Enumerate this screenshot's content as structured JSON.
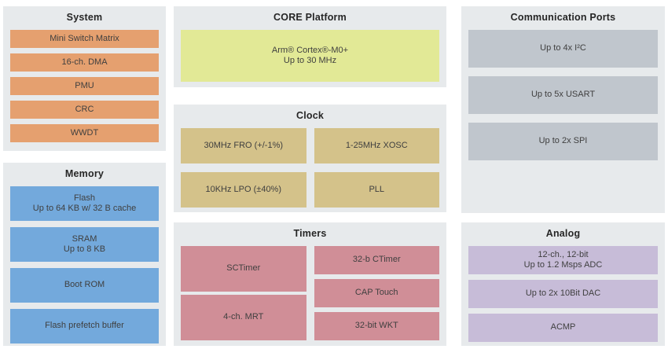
{
  "colors": {
    "page-bg": "#ffffff",
    "panel-bg": "#e7eaec",
    "title-text": "#262626",
    "block-text": "#3f3f3f",
    "orange": "#e5a06f",
    "blue": "#73a9dc",
    "yellow": "#e2e996",
    "tan": "#d4c28a",
    "pink": "#d08e97",
    "gray": "#c0c6cd",
    "purple": "#c7bcd8"
  },
  "panels": {
    "system": {
      "title": "System",
      "blocks": [
        {
          "lines": [
            "Mini Switch Matrix"
          ]
        },
        {
          "lines": [
            "16-ch. DMA"
          ]
        },
        {
          "lines": [
            "PMU"
          ]
        },
        {
          "lines": [
            "CRC"
          ]
        },
        {
          "lines": [
            "WWDT"
          ]
        }
      ]
    },
    "memory": {
      "title": "Memory",
      "blocks": [
        {
          "lines": [
            "Flash",
            "Up to 64 KB w/ 32 B cache"
          ]
        },
        {
          "lines": [
            "SRAM",
            "Up to 8 KB"
          ]
        },
        {
          "lines": [
            "Boot ROM"
          ]
        },
        {
          "lines": [
            "Flash prefetch buffer"
          ]
        }
      ]
    },
    "core": {
      "title": "CORE Platform",
      "blocks": [
        {
          "lines": [
            "Arm® Cortex®-M0+",
            "Up to 30 MHz"
          ]
        }
      ]
    },
    "clock": {
      "title": "Clock",
      "blocks": [
        {
          "lines": [
            "30MHz FRO (+/-1%)"
          ]
        },
        {
          "lines": [
            "1-25MHz XOSC"
          ]
        },
        {
          "lines": [
            "10KHz LPO (±40%)"
          ]
        },
        {
          "lines": [
            "PLL"
          ]
        }
      ]
    },
    "timers": {
      "title": "Timers",
      "left_blocks": [
        {
          "lines": [
            "SCTimer"
          ]
        },
        {
          "lines": [
            "4-ch. MRT"
          ]
        }
      ],
      "right_blocks": [
        {
          "lines": [
            "32-b CTimer"
          ]
        },
        {
          "lines": [
            "CAP Touch"
          ]
        },
        {
          "lines": [
            "32-bit WKT"
          ]
        }
      ]
    },
    "comm": {
      "title": "Communication Ports",
      "blocks": [
        {
          "lines": [
            "Up to 4x I²C"
          ]
        },
        {
          "lines": [
            "Up to 5x USART"
          ]
        },
        {
          "lines": [
            "Up to 2x SPI"
          ]
        }
      ]
    },
    "analog": {
      "title": "Analog",
      "blocks": [
        {
          "lines": [
            "12-ch., 12-bit",
            "Up to 1.2 Msps ADC"
          ]
        },
        {
          "lines": [
            "Up to 2x 10Bit DAC"
          ]
        },
        {
          "lines": [
            "ACMP"
          ]
        }
      ]
    }
  }
}
